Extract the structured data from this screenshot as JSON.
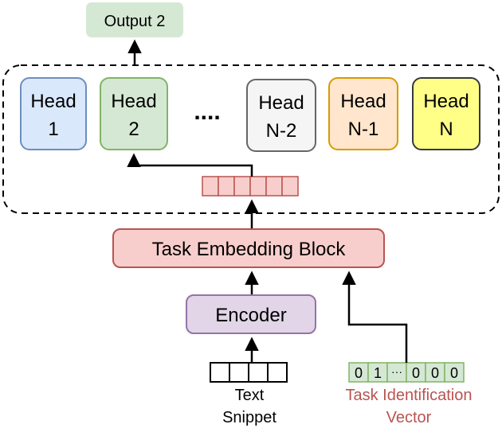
{
  "output": {
    "label": "Output 2"
  },
  "heads": [
    {
      "line1": "Head",
      "line2": "1",
      "fill": "#dae8fc",
      "stroke": "#6c8ebf"
    },
    {
      "line1": "Head",
      "line2": "2",
      "fill": "#d5e8d4",
      "stroke": "#82b366"
    },
    {
      "line1": "Head",
      "line2": "N-2",
      "fill": "#f5f5f5",
      "stroke": "#666666"
    },
    {
      "line1": "Head",
      "line2": "N-1",
      "fill": "#ffe6cc",
      "stroke": "#d79b00"
    },
    {
      "line1": "Head",
      "line2": "N",
      "fill": "#ffff88",
      "stroke": "#36393d"
    }
  ],
  "ellipsis": "....",
  "task_embedding_block": {
    "label": "Task Embedding Block",
    "fill": "#f8cecc",
    "stroke": "#b85450"
  },
  "encoder": {
    "label": "Encoder",
    "fill": "#e1d5e7",
    "stroke": "#9673a6"
  },
  "output_fill": "#d5e8d4",
  "text_snippet": {
    "line1": "Text",
    "line2": "Snippet"
  },
  "task_id_vector": {
    "cells": [
      "0",
      "1",
      "···",
      "0",
      "0",
      "0"
    ],
    "label_line1": "Task Identification",
    "label_line2": "Vector",
    "label_color": "#b85450",
    "cell_fill": "#d5e8d4",
    "cell_stroke": "#82b366"
  },
  "embedding_vector": {
    "cells": 6,
    "fill": "#f8cecc",
    "stroke": "#b85450"
  }
}
